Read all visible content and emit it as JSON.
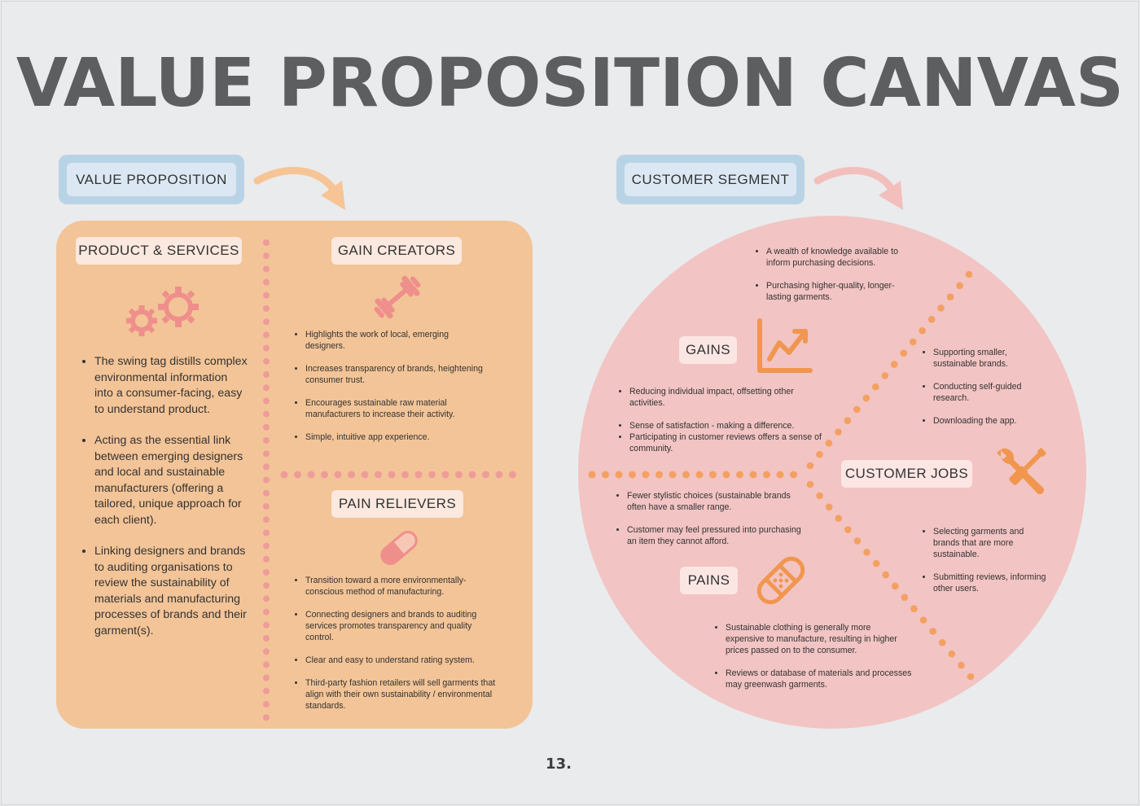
{
  "title": "VALUE PROPOSITION CANVAS",
  "value_proposition": {
    "tag": "VALUE PROPOSITION",
    "product_services": {
      "label": "PRODUCT & SERVICES",
      "icon": "gears-icon",
      "items": [
        "The swing tag distills complex environmental information into a consumer-facing, easy to understand product.",
        "Acting as the essential link between emerging designers and local and sustainable manufacturers (offering a tailored, unique approach for each client).",
        "Linking designers and brands to auditing organisations to review the sustainability of materials and manufacturing processes of brands and their garment(s)."
      ]
    },
    "gain_creators": {
      "label": "GAIN CREATORS",
      "icon": "dumbbell-icon",
      "items": [
        "Highlights the work of local, emerging designers.",
        "Increases transparency of brands, heightening consumer trust.",
        "Encourages sustainable raw material manufacturers to increase their activity.",
        "Simple, intuitive app experience."
      ]
    },
    "pain_relievers": {
      "label": "PAIN RELIEVERS",
      "icon": "pill-icon",
      "items": [
        "Transition toward a more environmentally-conscious method of manufacturing.",
        "Connecting designers and brands to auditing services promotes transparency and quality control.",
        "Clear and easy to understand rating system.",
        "Third-party fashion retailers will sell garments that align with their own sustainability / environmental standards."
      ]
    }
  },
  "customer_segment": {
    "tag": "CUSTOMER SEGMENT",
    "gains": {
      "label": "GAINS",
      "icon": "line-chart-icon",
      "top_items": [
        "A wealth of knowledge available to inform purchasing decisions.",
        "Purchasing higher-quality, longer-lasting garments."
      ],
      "left_items": [
        "Reducing individual impact, offsetting other activities.",
        "Sense of satisfaction - making a difference.",
        "Participating in customer reviews offers a sense of community."
      ]
    },
    "customer_jobs": {
      "label": "CUSTOMER JOBS",
      "icon": "wrench-screwdriver-icon",
      "upper_items": [
        "Supporting smaller, sustainable brands.",
        "Conducting self-guided research.",
        "Downloading the app."
      ],
      "lower_items": [
        "Selecting garments and brands that are more sustainable.",
        "Submitting reviews, informing other users."
      ]
    },
    "pains": {
      "label": "PAINS",
      "icon": "bandage-icon",
      "upper_items": [
        "Fewer stylistic choices (sustainable brands often have a smaller range.",
        "Customer may feel pressured into purchasing an item they cannot afford."
      ],
      "lower_items": [
        "Sustainable clothing is generally more expensive to manufacture, resulting in higher prices passed on to the consumer.",
        "Reviews or database of materials and processes may greenwash garments."
      ]
    }
  },
  "page_number": "13.",
  "colors": {
    "background": "#eaebec",
    "title": "#5c5e5f",
    "vp_panel": "#f3c497",
    "circle": "#f2c4c3",
    "tag_blue": "#b9d3e6",
    "icon_orange": "#f0964e",
    "icon_pink": "#ef8f8c",
    "dots_pink": "#ee9c9a",
    "dots_orange": "#f3a062"
  }
}
